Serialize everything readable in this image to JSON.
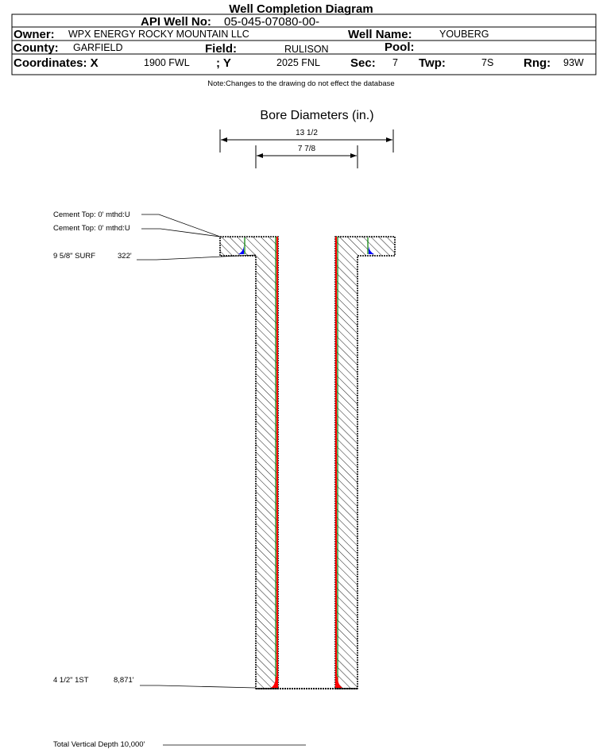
{
  "title": "Well Completion Diagram",
  "header": {
    "api_label": "API Well No:",
    "api_value": "05-045-07080-00-",
    "owner_label": "Owner:",
    "owner_value": "WPX ENERGY ROCKY MOUNTAIN LLC",
    "well_name_label": "Well Name:",
    "well_name_value": "YOUBERG",
    "county_label": "County:",
    "county_value": "GARFIELD",
    "field_label": "Field:",
    "field_value": "RULISON",
    "pool_label": "Pool:",
    "coord_x_label": "Coordinates: X",
    "coord_x_value": "1900 FWL",
    "coord_y_label": "; Y",
    "coord_y_value": "2025 FNL",
    "sec_label": "Sec:",
    "sec_value": "7",
    "twp_label": "Twp:",
    "twp_value": "7S",
    "rng_label": "Rng:",
    "rng_value": "93W"
  },
  "note": "Note:Changes to the drawing do not effect the database",
  "bore": {
    "title": "Bore Diameters (in.)",
    "outer": "13 1/2",
    "inner": "7 7/8"
  },
  "annotations": {
    "cement_top_1": "Cement Top: 0' mthd:U",
    "cement_top_2": "Cement Top: 0' mthd:U",
    "surface_casing": "9 5/8\" SURF",
    "surface_depth": "322'",
    "production_casing": "4 1/2\" 1ST",
    "production_depth": "8,871'",
    "tvd": "Total Vertical Depth 10,000'"
  },
  "colors": {
    "cement": "#0000ff",
    "casing_red": "#ff0000",
    "casing_green": "#008000"
  }
}
